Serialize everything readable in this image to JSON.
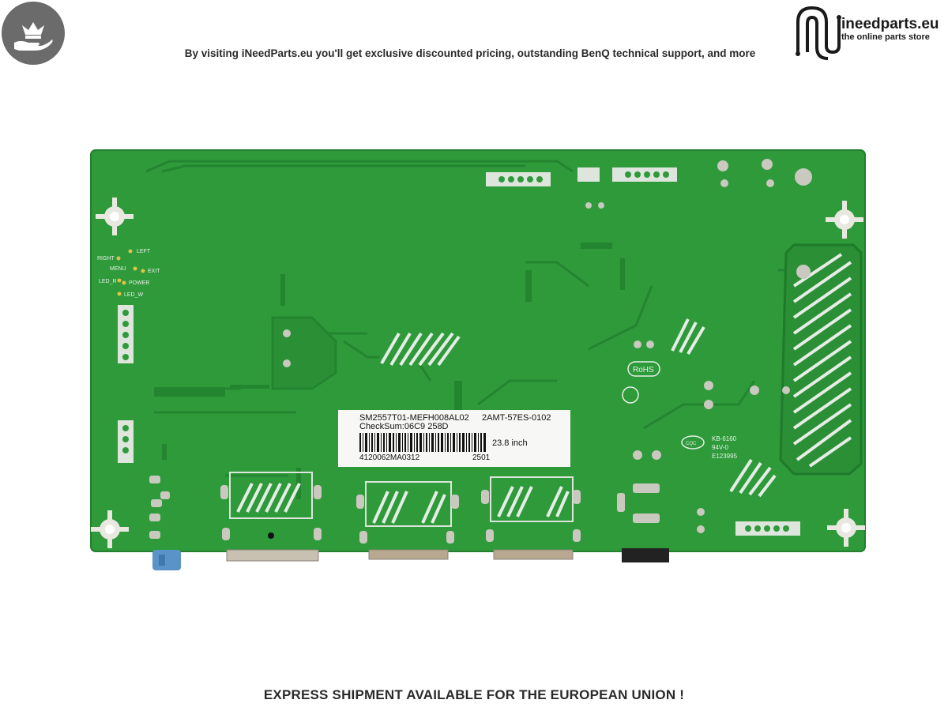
{
  "header": {
    "tagline": "By visiting iNeedParts.eu you'll get exclusive discounted pricing, outstanding BenQ technical support, and more",
    "brand_name": "ineedparts.eu",
    "brand_tagline": "the online parts store"
  },
  "footer": {
    "text": "EXPRESS SHIPMENT AVAILABLE FOR THE EUROPEAN UNION !"
  },
  "board_label": {
    "model": "SM2557T01-MEFH008AL02",
    "part": "2AMT-57ES-0102",
    "checksum": "CheckSum:06C9   258D",
    "size": "23.8 inch",
    "serial": "4120062MA0312",
    "code": "2501"
  },
  "silkscreen": {
    "left": "LEFT",
    "right": "RIGHT",
    "menu": "MENU",
    "exit": "EXIT",
    "led_r": "LED_R",
    "power": "POWER",
    "led_w": "LED_W",
    "rohs": "RoHS",
    "kb": "KB-6160",
    "grade": "94V-0",
    "cert": "E123995",
    "ccc": "CQC"
  },
  "colors": {
    "pcb": "#2e9a3a",
    "pcb_dark": "#1f7a2b",
    "copper_pad": "#c9c9c0",
    "badge": "#6b6b6b"
  }
}
